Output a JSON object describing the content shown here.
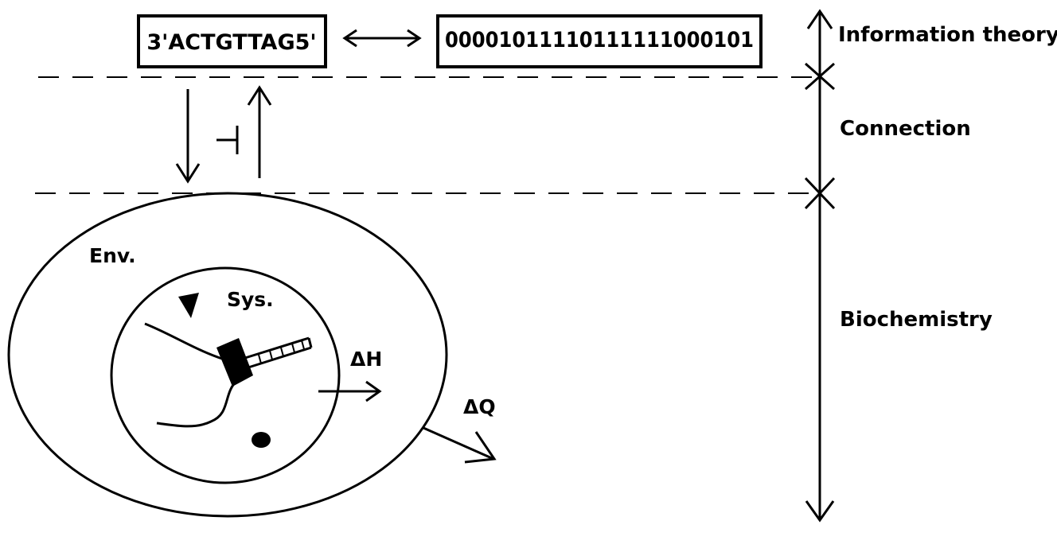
{
  "dna": {
    "sequence": "3'ACTGTTAG5'",
    "binary": "00001011110111111000101"
  },
  "layers": {
    "information_theory": "Information theory",
    "connection": "Connection",
    "biochemistry": "Biochemistry"
  },
  "cell": {
    "environment_label": "Env.",
    "system_label": "Sys."
  },
  "energy": {
    "delta_h": "ΔH",
    "delta_q": "ΔQ"
  },
  "colors": {
    "ink": "#000000",
    "background": "#ffffff"
  }
}
